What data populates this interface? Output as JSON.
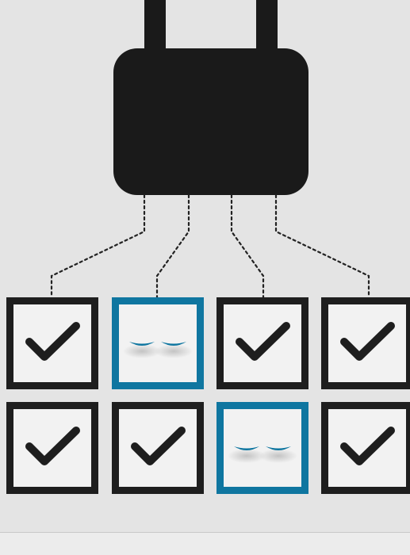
{
  "colors": {
    "background": "#e4e4e4",
    "hub": "#1a1a1a",
    "box_default": "#1e1e1e",
    "box_highlight": "#0f76a0",
    "box_fill": "#f2f2f2",
    "check": "#1e1e1e",
    "closed_eyes": "#0f76a0"
  },
  "hub": {
    "icon": "hub-block-icon",
    "connector_count": 4
  },
  "grid": {
    "rows": [
      {
        "cells": [
          {
            "state": "checked",
            "icon": "checkmark-icon"
          },
          {
            "state": "sleeping",
            "icon": "closed-eyes-icon"
          },
          {
            "state": "checked",
            "icon": "checkmark-icon"
          },
          {
            "state": "checked",
            "icon": "checkmark-icon"
          }
        ]
      },
      {
        "cells": [
          {
            "state": "checked",
            "icon": "checkmark-icon"
          },
          {
            "state": "checked",
            "icon": "checkmark-icon"
          },
          {
            "state": "sleeping",
            "icon": "closed-eyes-icon"
          },
          {
            "state": "checked",
            "icon": "checkmark-icon"
          }
        ]
      }
    ]
  }
}
